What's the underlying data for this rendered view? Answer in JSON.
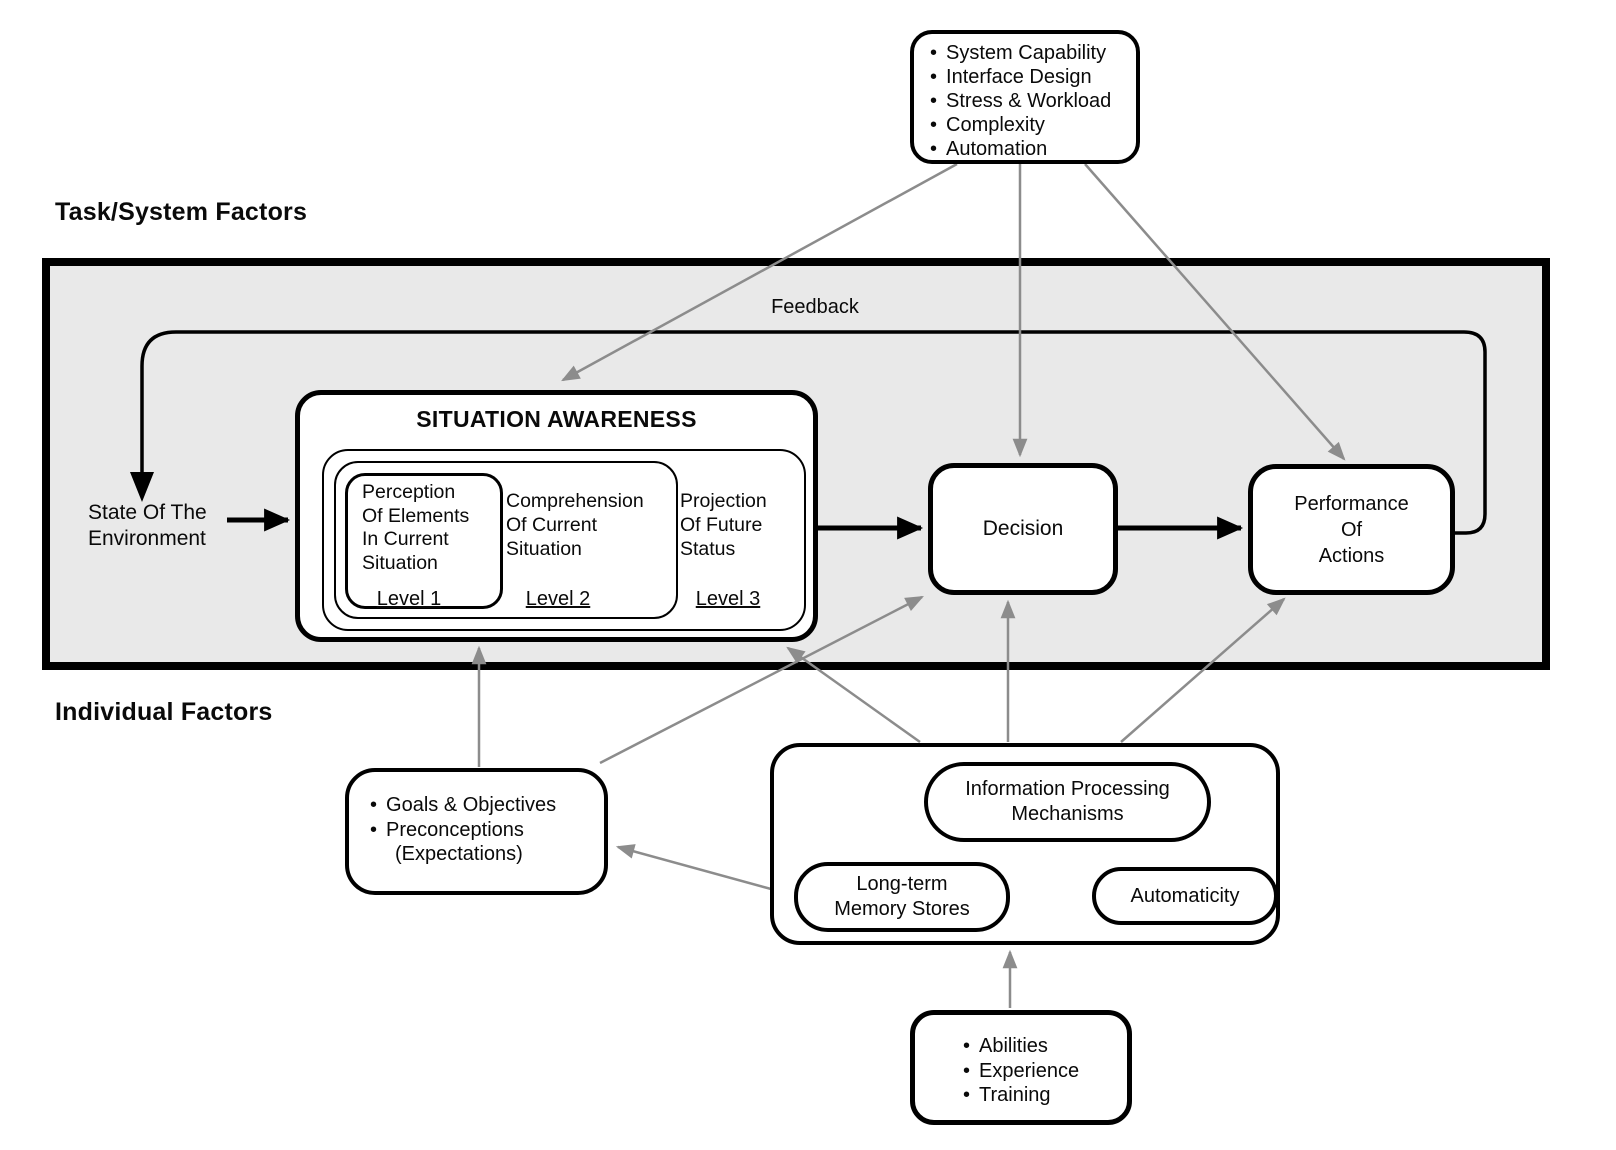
{
  "labels": {
    "task_system_factors": "Task/System Factors",
    "individual_factors": "Individual Factors",
    "feedback": "Feedback",
    "bullet": "•"
  },
  "state_of_environment": {
    "line1": "State Of The",
    "line2": "Environment"
  },
  "task_factors_box": {
    "items": [
      "System Capability",
      "Interface Design",
      "Stress & Workload",
      "Complexity",
      "Automation"
    ]
  },
  "situation_awareness": {
    "title": "SITUATION AWARENESS",
    "level1": {
      "lines": [
        "Perception",
        "Of Elements",
        "In Current",
        "Situation"
      ],
      "label": "Level 1"
    },
    "level2": {
      "lines": [
        "Comprehension",
        "Of Current",
        "Situation"
      ],
      "label": "Level 2"
    },
    "level3": {
      "lines": [
        "Projection",
        "Of Future",
        "Status"
      ],
      "label": "Level 3"
    }
  },
  "decision_box": {
    "label": "Decision"
  },
  "performance_box": {
    "lines": [
      "Performance",
      "Of",
      "Actions"
    ]
  },
  "goals_box": {
    "items": [
      "Goals & Objectives",
      "Preconceptions"
    ],
    "sub_item": "(Expectations)"
  },
  "mechanisms_box": {
    "information_processing": {
      "lines": [
        "Information Processing",
        "Mechanisms"
      ]
    },
    "long_term_memory": {
      "lines": [
        "Long-term",
        "Memory Stores"
      ]
    },
    "automaticity": {
      "label": "Automaticity"
    }
  },
  "abilities_box": {
    "items": [
      "Abilities",
      "Experience",
      "Training"
    ]
  },
  "colors": {
    "container_fill": "#e9e9e9",
    "arrow_gray": "#8c8c8c",
    "line_black": "#000000"
  }
}
